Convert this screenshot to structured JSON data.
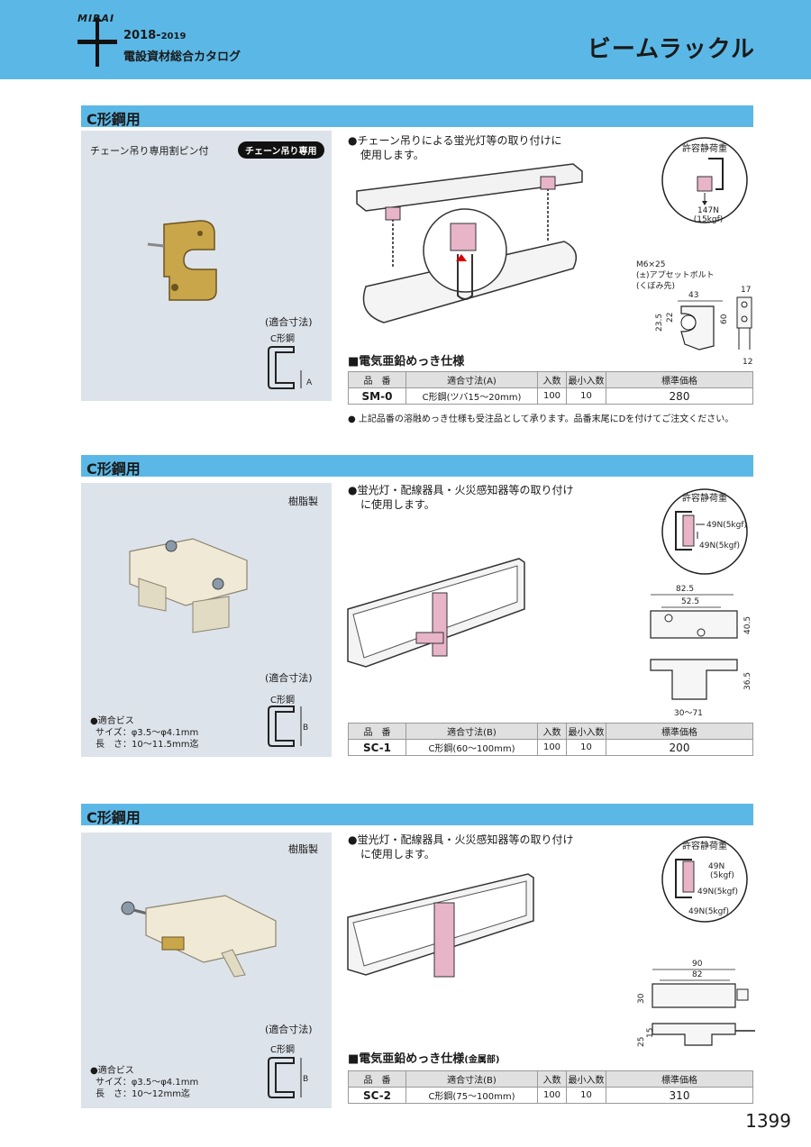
{
  "header": {
    "brand": "MIRAI",
    "year_main": "2018-",
    "year_sub": "2019",
    "catalog_name": "電設資材総合カタログ",
    "page_title": "ビームラックル"
  },
  "sections": [
    {
      "title": "C形鋼用",
      "panel_caption": "チェーン吊り専用割ピン付",
      "badge": "チェーン吊り専用",
      "fit_title": "(適合寸法)",
      "fit_label": "C形鋼",
      "fit_letter": "A",
      "description": [
        "●チェーン吊りによる蛍光灯等の取り付けに",
        "使用します。"
      ],
      "load_title": "許容静荷重",
      "load_values": [
        "147N",
        "(15kgf)"
      ],
      "dimensions": {
        "bolt_note": [
          "M6×25",
          "(±)アプセットボルト",
          "(くぼみ先)"
        ],
        "d1": "43",
        "d2": "17",
        "d3": "22",
        "d4": "23.5",
        "d5": "60",
        "d6": "12"
      },
      "spec_title": "■電気亜鉛めっき仕様",
      "spec_sub": "",
      "table": {
        "headers": [
          "品　番",
          "適合寸法(A)",
          "入数",
          "最小入数",
          "標準価格"
        ],
        "rows": [
          [
            "SM-0",
            "C形鋼(ツバ15〜20mm)",
            "100",
            "10",
            "280"
          ]
        ]
      },
      "note": "● 上記品番の溶融めっき仕様も受注品として承ります。品番末尾にDを付けてご注文ください。"
    },
    {
      "title": "C形鋼用",
      "panel_caption": "樹脂製",
      "fit_title": "(適合寸法)",
      "fit_label": "C形鋼",
      "fit_letter": "B",
      "screw_info": [
        "●適合ビス",
        "サイズ：φ3.5〜φ4.1mm",
        "長　さ：10〜11.5mm迄"
      ],
      "description": [
        "●蛍光灯・配線器具・火災感知器等の取り付け",
        "に使用します。"
      ],
      "load_title": "許容静荷重",
      "load_values": [
        "49N(5kgf)",
        "49N(5kgf)"
      ],
      "dimensions": {
        "d1": "82.5",
        "d2": "52.5",
        "d3": "40.5",
        "d4": "36.5",
        "d5": "30〜71"
      },
      "table": {
        "headers": [
          "品　番",
          "適合寸法(B)",
          "入数",
          "最小入数",
          "標準価格"
        ],
        "rows": [
          [
            "SC-1",
            "C形鋼(60〜100mm)",
            "100",
            "10",
            "200"
          ]
        ]
      }
    },
    {
      "title": "C形鋼用",
      "panel_caption": "樹脂製",
      "fit_title": "(適合寸法)",
      "fit_label": "C形鋼",
      "fit_letter": "B",
      "screw_info": [
        "●適合ビス",
        "サイズ：φ3.5〜φ4.1mm",
        "長　さ：10〜12mm迄"
      ],
      "description": [
        "●蛍光灯・配線器具・火災感知器等の取り付け",
        "に使用します。"
      ],
      "load_title": "許容静荷重",
      "load_values": [
        "49N",
        "(5kgf)",
        "49N(5kgf)",
        "49N(5kgf)"
      ],
      "dimensions": {
        "d1": "90",
        "d2": "82",
        "d3": "30",
        "d4": "25",
        "d5": "15"
      },
      "spec_title": "■電気亜鉛めっき仕様",
      "spec_sub": "(金属部)",
      "table": {
        "headers": [
          "品　番",
          "適合寸法(B)",
          "入数",
          "最小入数",
          "標準価格"
        ],
        "rows": [
          [
            "SC-2",
            "C形鋼(75〜100mm)",
            "100",
            "10",
            "310"
          ]
        ]
      }
    }
  ],
  "page_number": "1399",
  "colors": {
    "header_blue": "#5bb8e6",
    "panel_gray": "#dde3ea",
    "product_pink": "#e8b4c8",
    "resin_ivory": "#efe9d6",
    "zinc_gold": "#c9a64a"
  }
}
